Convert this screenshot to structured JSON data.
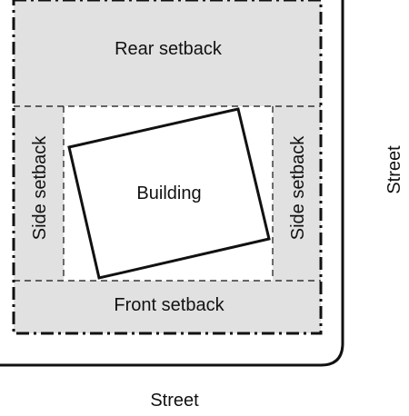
{
  "labels": {
    "rear": "Rear setback",
    "side_left": "Side setback",
    "side_right": "Side setback",
    "building": "Building",
    "front": "Front setback",
    "street_right": "Street",
    "street_bottom": "Street"
  },
  "colors": {
    "setback_fill": "#e1e1e1",
    "building_fill": "#ffffff",
    "line": "#111111"
  }
}
